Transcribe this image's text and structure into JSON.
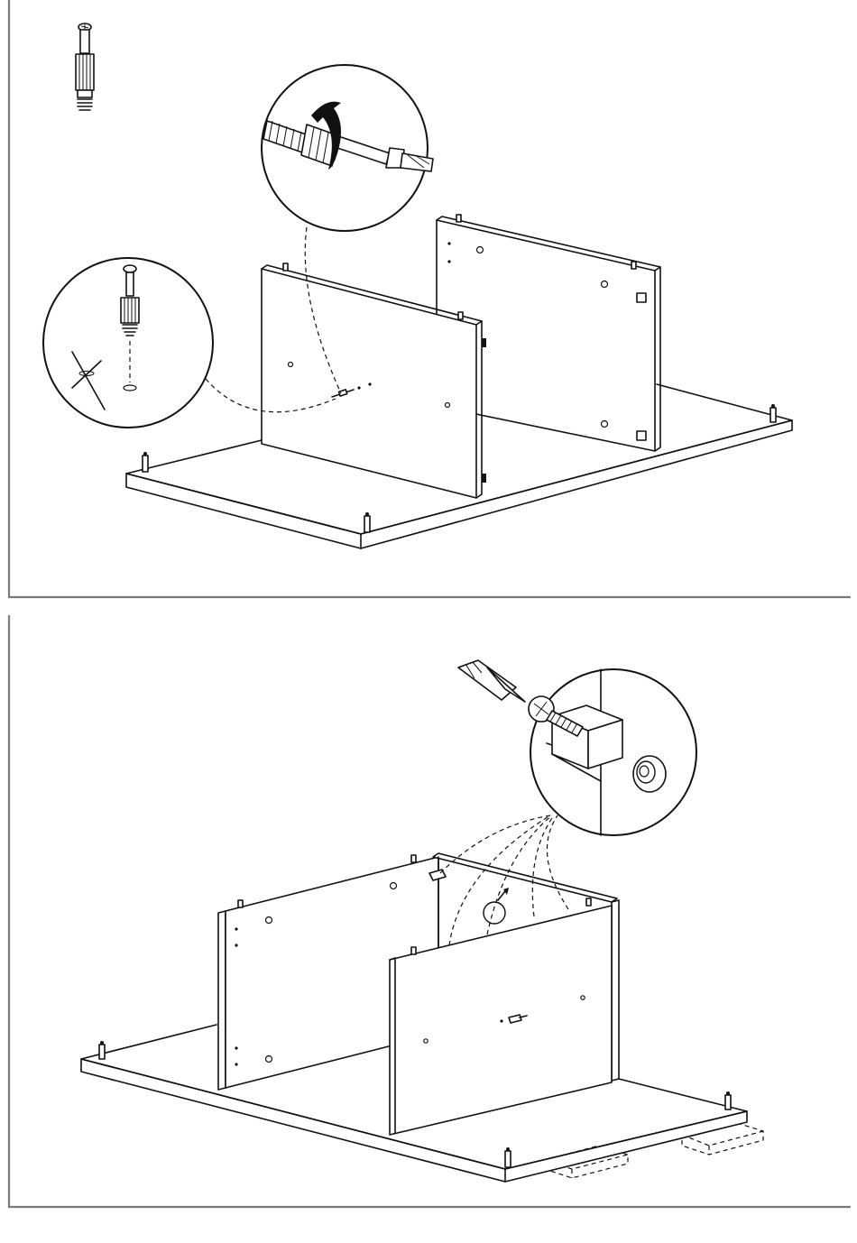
{
  "diagram": {
    "step_1": {
      "parts": [
        "cam-bolt",
        "side-panel-left",
        "side-panel-right",
        "base-panel"
      ],
      "callouts": [
        "cam-bolt-insertion-detail",
        "screwdriver-tightening-detail"
      ]
    },
    "step_2": {
      "parts": [
        "cabinet-frame",
        "front-panel",
        "base-panel",
        "support-battens"
      ],
      "callouts": [
        "cam-lock-screw-detail"
      ]
    }
  },
  "colors": {
    "line": "#111111",
    "frame": "#7a7a7a",
    "background": "#ffffff"
  }
}
